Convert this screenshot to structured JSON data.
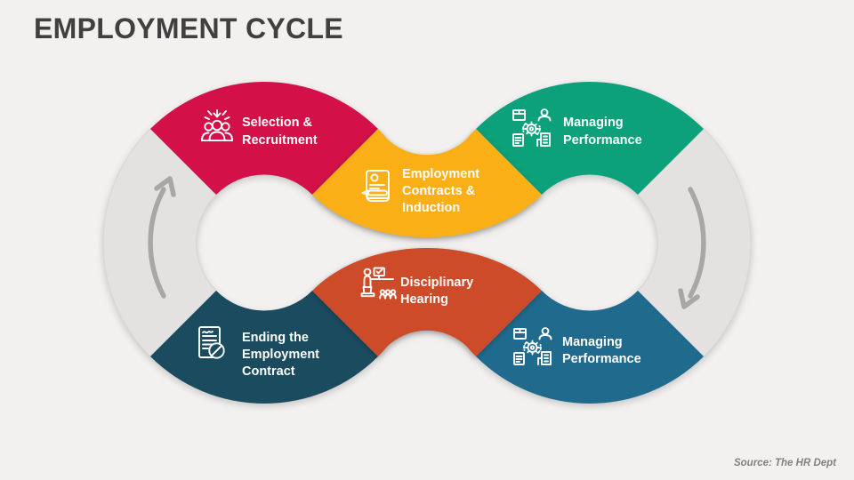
{
  "slide": {
    "title": "EMPLOYMENT CYCLE",
    "source": "Source: The HR Dept",
    "background": "#F2F1F0"
  },
  "colors": {
    "title_text": "#404040",
    "label_text": "#FFFFFF",
    "gray_segment": "#E3E2E1",
    "gray_segment_edge": "#D8D7D6",
    "arrow": "#A8A7A6",
    "source_text": "#818181",
    "icon_stroke": "#FFFFFF"
  },
  "diagram": {
    "name": "employment-cycle-infinity-loop",
    "segments": [
      {
        "label_lines": [
          "Selection &",
          "Recruitment"
        ],
        "color": "#D31148",
        "icon": "selection-recruitment-icon",
        "position": "top-left"
      },
      {
        "label_lines": [
          "Employment",
          "Contracts &",
          "Induction"
        ],
        "color": "#FBAF17",
        "icon": "contract-scroll-icon",
        "position": "top-center"
      },
      {
        "label_lines": [
          "Managing",
          "Performance"
        ],
        "color": "#0CA17A",
        "icon": "managing-performance-icon",
        "position": "top-right"
      },
      {
        "label_lines": [
          "Managing",
          "Performance"
        ],
        "color": "#206A8D",
        "icon": "managing-performance-icon",
        "position": "bottom-right"
      },
      {
        "label_lines": [
          "Disciplinary",
          "Hearing"
        ],
        "color": "#CD4B28",
        "icon": "disciplinary-hearing-icon",
        "position": "bottom-center"
      },
      {
        "label_lines": [
          "Ending the",
          "Employment",
          "Contract"
        ],
        "color": "#1A4B5F",
        "icon": "ending-contract-icon",
        "position": "bottom-left"
      }
    ],
    "arrows": [
      {
        "name": "left-upward-arrow"
      },
      {
        "name": "right-downward-arrow"
      }
    ]
  }
}
